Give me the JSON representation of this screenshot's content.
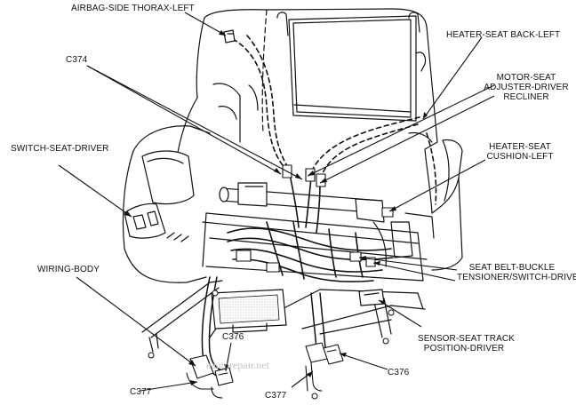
{
  "labels": {
    "airbag": "AIRBAG-SIDE THORAX-LEFT",
    "heater_back": "HEATER-SEAT BACK-LEFT",
    "c374": "C374",
    "motor_line1": "MOTOR-SEAT",
    "motor_line2": "ADJUSTER-DRIVER",
    "motor_line3": "RECLINER",
    "switch_seat": "SWITCH-SEAT-DRIVER",
    "heater_cushion_line1": "HEATER-SEAT",
    "heater_cushion_line2": "CUSHION-LEFT",
    "wiring_body": "WIRING-BODY",
    "belt_line1": "SEAT BELT-BUCKLE",
    "belt_line2": "TENSIONER/SWITCH-DRIVER",
    "c376_left": "C376",
    "sensor_line1": "SENSOR-SEAT TRACK",
    "sensor_line2": "POSITION-DRIVER",
    "c377_left": "C377",
    "c377_mid": "C377",
    "c376_right": "C376"
  },
  "watermark": "eautorepair.net",
  "colors": {
    "ink": "#111111",
    "paper": "#ffffff",
    "hatch": "#d9d9d9"
  }
}
